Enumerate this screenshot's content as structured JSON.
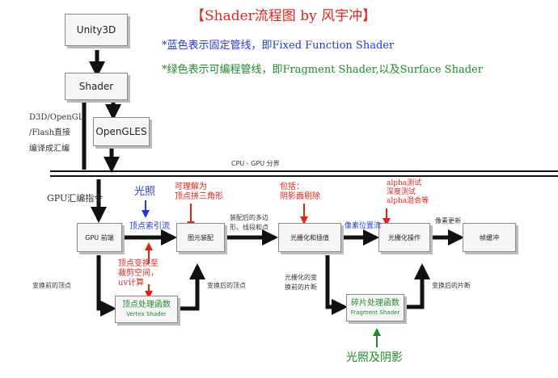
{
  "title": "【Shader流程图 by 风宇冲】",
  "legend": {
    "blue_note": "*蓝色表示固定管线，即Fixed Function Shader",
    "green_note": "*绿色表示可编程管线，即Fragment Shader,以及Surface Shader"
  },
  "top_nodes": {
    "unity": "Unity3D",
    "shader": "Shader",
    "opengles": "OpenGLES"
  },
  "side_labels": {
    "d3d_line1": "D3D/OpenGL",
    "d3d_line2": "/Flash直接",
    "d3d_line3": "编译成汇编",
    "gpu_cmd": "GPU汇编指令",
    "pre_transform_vertex": "变换前的顶点",
    "post_transform_vertex": "变换后的顶点",
    "transformed_fragments_1": "光栅化的变",
    "transformed_fragments_2": "换前的片断",
    "post_fragments": "变换后的片断"
  },
  "divider_label": "CPU - GPU 分界",
  "pipeline": {
    "gpu_frontend": "GPU 前端",
    "primitive_assembly": "图元装配",
    "raster_interp": "光栅化和插值",
    "raster_ops": "光栅化操作",
    "framebuffer": "帧缓冲",
    "vertex_shader_cn": "顶点处理函数",
    "vertex_shader_en": "Vertex Shader",
    "fragment_shader_cn": "碎片处理函数",
    "fragment_shader_en": "Fragment Shader"
  },
  "arrow_labels": {
    "vertex_index_stream": "顶点索引流",
    "assembled": "装配后的多边",
    "assembled_2": "形、线段和点",
    "pixel_pos": "像素位置流",
    "pixel_update": "像素更新"
  },
  "annotations": {
    "lighting": "光照",
    "triangle_1": "可理解为",
    "triangle_2": "顶点拼三角形",
    "includes_1": "包括：",
    "includes_2": "阴影面剔除",
    "alpha_1": "alpha测试",
    "alpha_2": "深度测试",
    "alpha_3": "alpha混合等",
    "vertex_transform_1": "顶点变换至",
    "vertex_transform_2": "裁剪空间，",
    "vertex_transform_3": "uv计算",
    "light_shadow": "光照及阴影"
  },
  "colors": {
    "red": "#e0241c",
    "blue": "#2637d6",
    "green": "#1f8a2b",
    "black": "#111111"
  }
}
